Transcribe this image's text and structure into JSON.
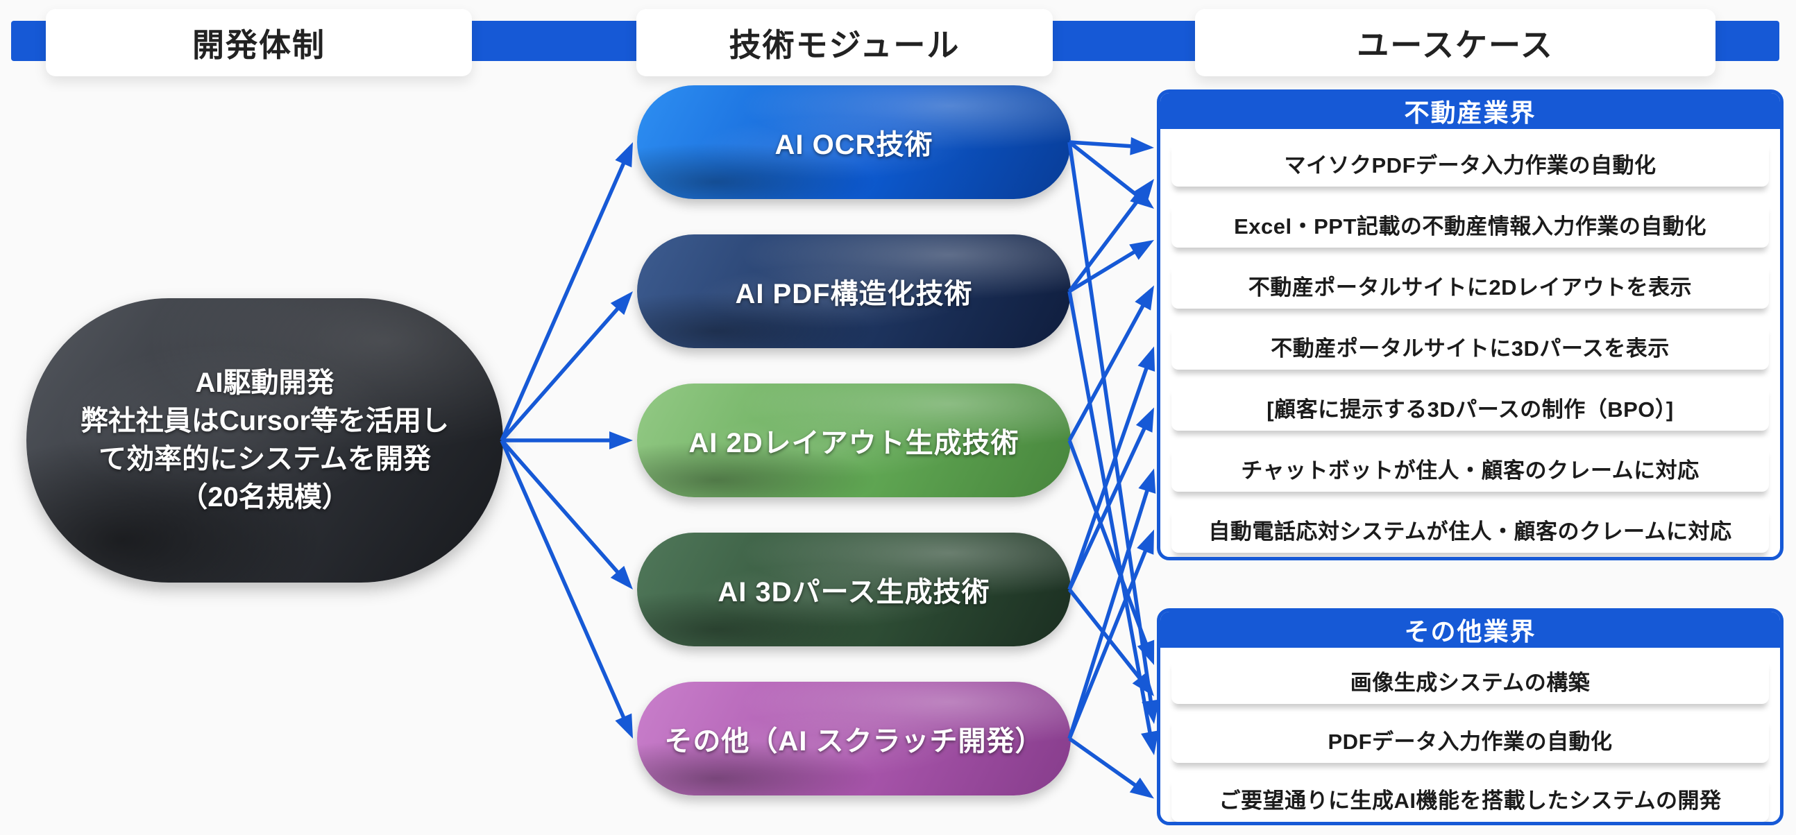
{
  "page": {
    "background": "#fafafa",
    "accent_blue": "#1659d6"
  },
  "headers": [
    {
      "label": "開発体制"
    },
    {
      "label": "技術モジュール"
    },
    {
      "label": "ユースケース"
    }
  ],
  "development": {
    "lines": [
      "AI駆動開発",
      "弊社社員はCursor等を活用し",
      "て効率的にシステムを開発",
      "（20名規模）"
    ],
    "colors": [
      "#54585f",
      "#33363c",
      "#17191d"
    ]
  },
  "modules": [
    {
      "label": "AI OCR技術",
      "colors": [
        "#2e8ff2",
        "#0d5ad0",
        "#083c96"
      ]
    },
    {
      "label": "AI PDF構造化技術",
      "colors": [
        "#3d5c90",
        "#1e3560",
        "#0f1d3d"
      ]
    },
    {
      "label": "AI 2Dレイアウト生成技術",
      "colors": [
        "#93c985",
        "#61a854",
        "#47853c"
      ]
    },
    {
      "label": "AI 3Dパース生成技術",
      "colors": [
        "#50785a",
        "#2f4f36",
        "#1b2e21"
      ]
    },
    {
      "label": "その他（AI スクラッチ開発）",
      "colors": [
        "#c97fcb",
        "#a855ab",
        "#863c8b"
      ]
    }
  ],
  "usecases": {
    "groups": [
      {
        "title": "不動産業界",
        "items": [
          "マイソクPDFデータ入力作業の自動化",
          "Excel・PPT記載の不動産情報入力作業の自動化",
          "不動産ポータルサイトに2Dレイアウトを表示",
          "不動産ポータルサイトに3Dパースを表示",
          "[顧客に提示する3Dパースの制作（BPO）]",
          "チャットボットが住人・顧客のクレームに対応",
          "自動電話応対システムが住人・顧客のクレームに対応"
        ]
      },
      {
        "title": "その他業界",
        "items": [
          "画像生成システムの構築",
          "PDFデータ入力作業の自動化",
          "ご要望通りに生成AI機能を搭載したシステムの開発"
        ]
      }
    ]
  },
  "connections": [
    {
      "module": 0,
      "target": [
        0,
        0
      ]
    },
    {
      "module": 0,
      "target": [
        0,
        1
      ]
    },
    {
      "module": 0,
      "target": [
        1,
        1
      ]
    },
    {
      "module": 1,
      "target": [
        0,
        0
      ]
    },
    {
      "module": 1,
      "target": [
        0,
        1
      ]
    },
    {
      "module": 1,
      "target": [
        1,
        1
      ]
    },
    {
      "module": 2,
      "target": [
        0,
        2
      ]
    },
    {
      "module": 2,
      "target": [
        1,
        0
      ]
    },
    {
      "module": 3,
      "target": [
        0,
        3
      ]
    },
    {
      "module": 3,
      "target": [
        0,
        4
      ]
    },
    {
      "module": 3,
      "target": [
        1,
        0
      ]
    },
    {
      "module": 4,
      "target": [
        0,
        5
      ]
    },
    {
      "module": 4,
      "target": [
        0,
        6
      ]
    },
    {
      "module": 4,
      "target": [
        1,
        2
      ]
    }
  ]
}
